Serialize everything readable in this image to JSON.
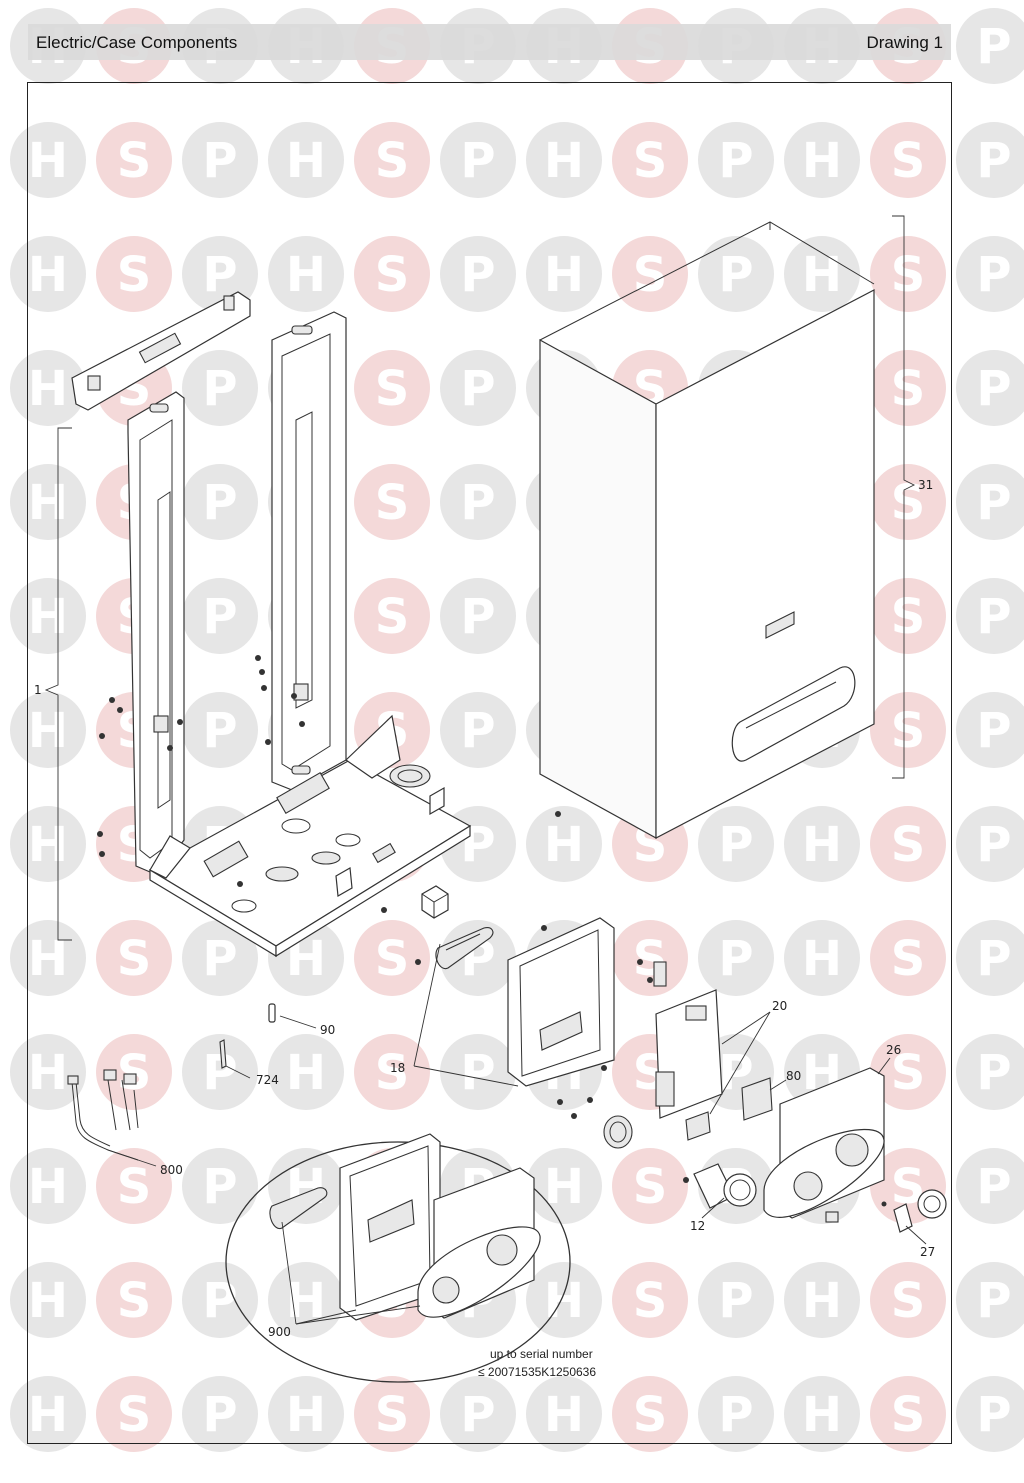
{
  "header": {
    "title": "Electric/Case Components",
    "drawing": "Drawing 1"
  },
  "watermark": {
    "letters": [
      "H",
      "S",
      "P"
    ],
    "colors": {
      "H": "#e6e6e6",
      "S": "#f4d9d9",
      "P": "#e6e6e6"
    }
  },
  "callouts": {
    "c1": "1",
    "c31": "31",
    "c90": "90",
    "c724": "724",
    "c800": "800",
    "c18": "18",
    "c20": "20",
    "c26": "26",
    "c80": "80",
    "c12": "12",
    "c27": "27",
    "c900": "900"
  },
  "note": {
    "line1": "up to serial number",
    "line2": "≤ 20071535K1250636"
  }
}
